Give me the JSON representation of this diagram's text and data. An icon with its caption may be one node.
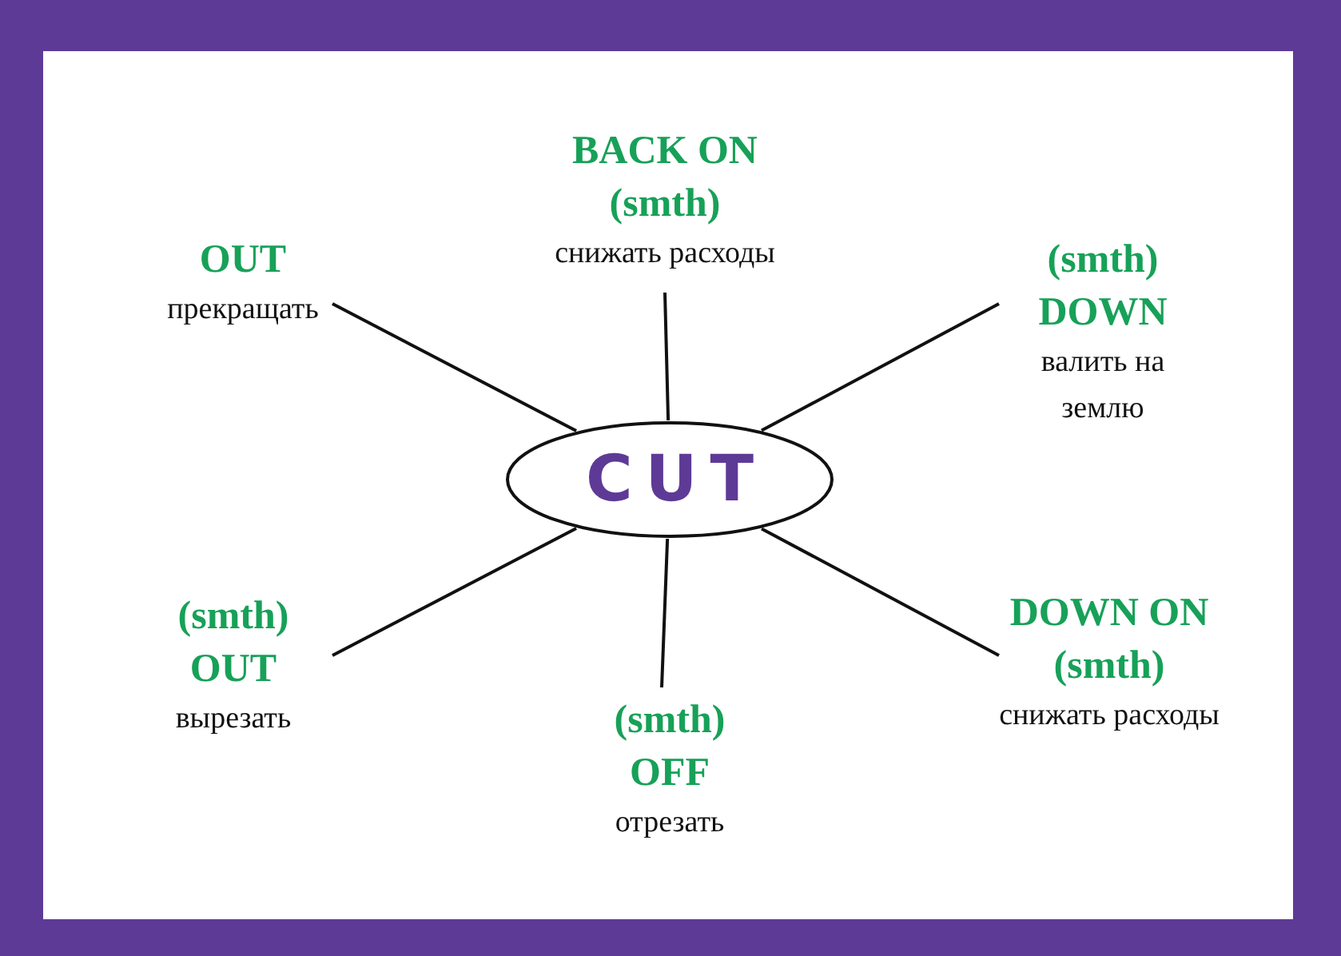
{
  "diagram": {
    "nodes": [
      {
        "text": [
          "CUT"
        ]
      },
      {
        "text": [
          "BACK ON (smth)",
          "снижать расходы"
        ]
      },
      {
        "text": [
          "OUT",
          "прекращать"
        ]
      },
      {
        "text": [
          "(smth) DOWN",
          "валить на землю"
        ]
      },
      {
        "text": [
          "(smth) OUT",
          "вырезать"
        ]
      },
      {
        "text": [
          "DOWN ON (smth)",
          "снижать расходы"
        ]
      },
      {
        "text": [
          "(smth) OFF",
          "отрезать"
        ]
      }
    ],
    "edges": [
      {
        "from": 0,
        "to": 1,
        "arrow": "none"
      },
      {
        "from": 0,
        "to": 2,
        "arrow": "none"
      },
      {
        "from": 0,
        "to": 3,
        "arrow": "none"
      },
      {
        "from": 0,
        "to": 4,
        "arrow": "none"
      },
      {
        "from": 0,
        "to": 5,
        "arrow": "none"
      },
      {
        "from": 0,
        "to": 6,
        "arrow": "none"
      }
    ]
  }
}
